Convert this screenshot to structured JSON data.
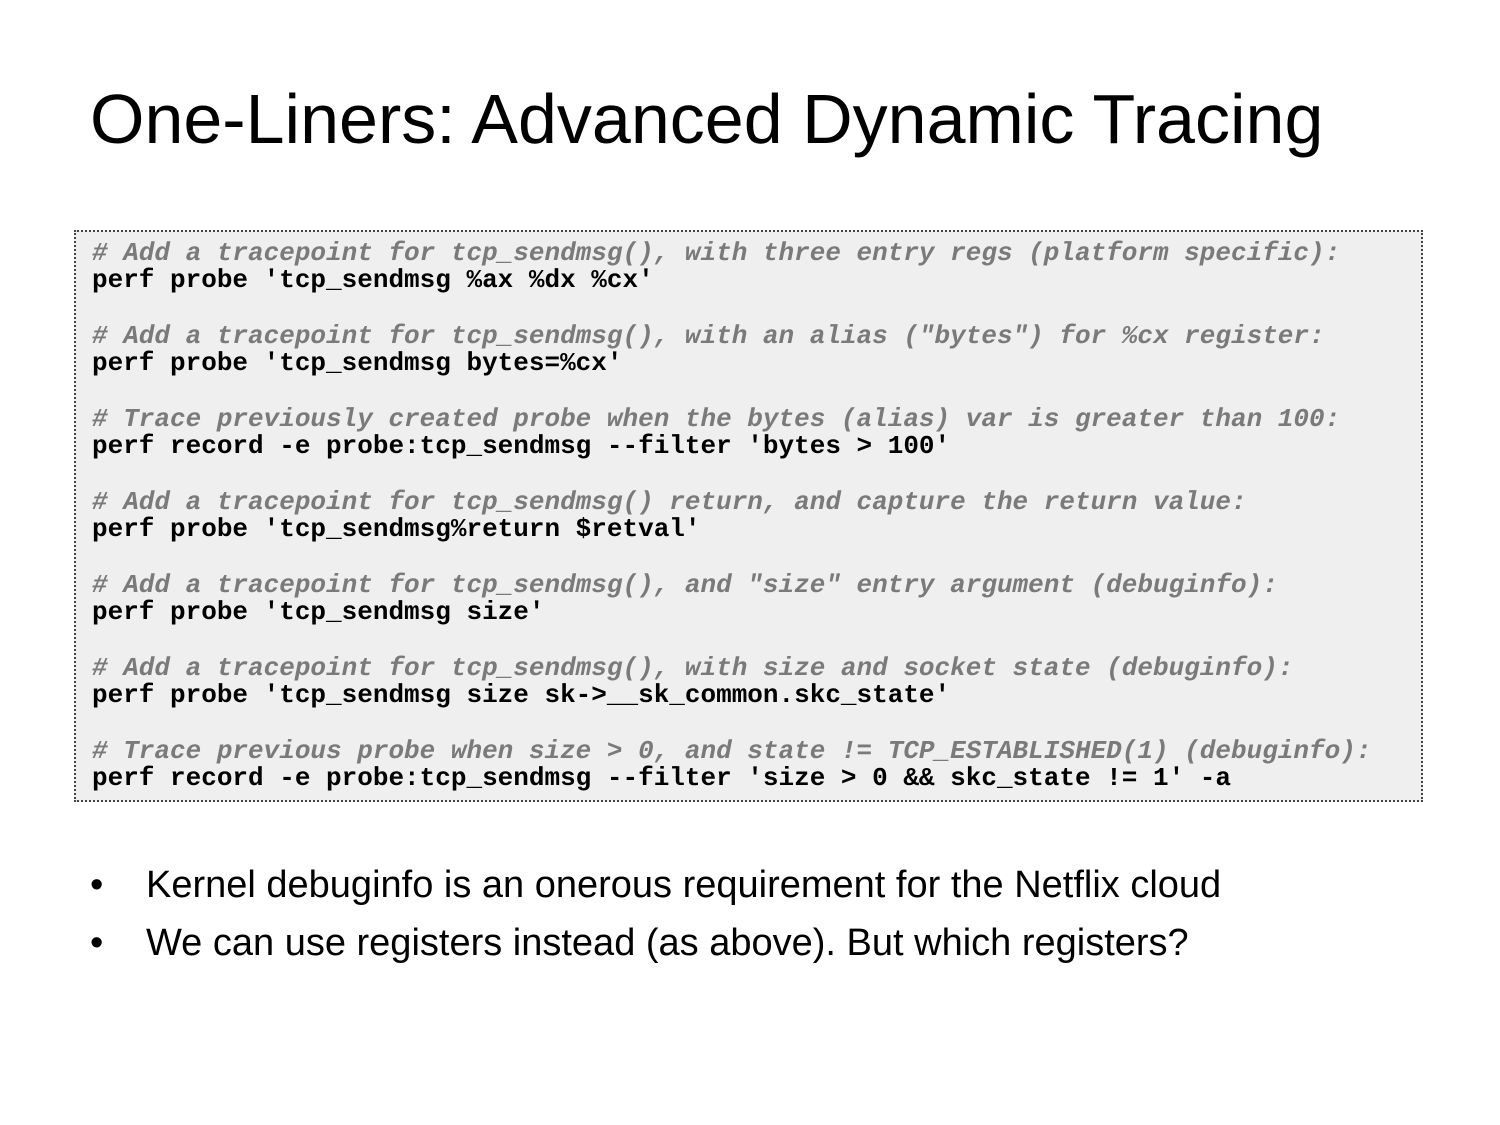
{
  "title": "One-Liners: Advanced Dynamic Tracing",
  "code_blocks": [
    {
      "comment": "# Add a tracepoint for tcp_sendmsg(), with three entry regs (platform specific):",
      "command": "perf probe 'tcp_sendmsg %ax %dx %cx'"
    },
    {
      "comment": "# Add a tracepoint for tcp_sendmsg(), with an alias (\"bytes\") for %cx register:",
      "command": "perf probe 'tcp_sendmsg bytes=%cx'"
    },
    {
      "comment": "# Trace previously created probe when the bytes (alias) var is greater than 100:",
      "command": "perf record -e probe:tcp_sendmsg --filter 'bytes > 100'"
    },
    {
      "comment": "# Add a tracepoint for tcp_sendmsg() return, and capture the return value:",
      "command": "perf probe 'tcp_sendmsg%return $retval'"
    },
    {
      "comment": "# Add a tracepoint for tcp_sendmsg(), and \"size\" entry argument (debuginfo):",
      "command": "perf probe 'tcp_sendmsg size'"
    },
    {
      "comment": "# Add a tracepoint for tcp_sendmsg(), with size and socket state (debuginfo):",
      "command": "perf probe 'tcp_sendmsg size sk->__sk_common.skc_state'"
    },
    {
      "comment": "# Trace previous probe when size > 0, and state != TCP_ESTABLISHED(1) (debuginfo):",
      "command": "perf record -e probe:tcp_sendmsg --filter 'size > 0 && skc_state != 1' -a"
    }
  ],
  "bullet_marker": "•",
  "bullets": [
    "Kernel debuginfo is an onerous requirement for the Netflix cloud",
    "We can use registers instead (as above). But which registers?"
  ]
}
